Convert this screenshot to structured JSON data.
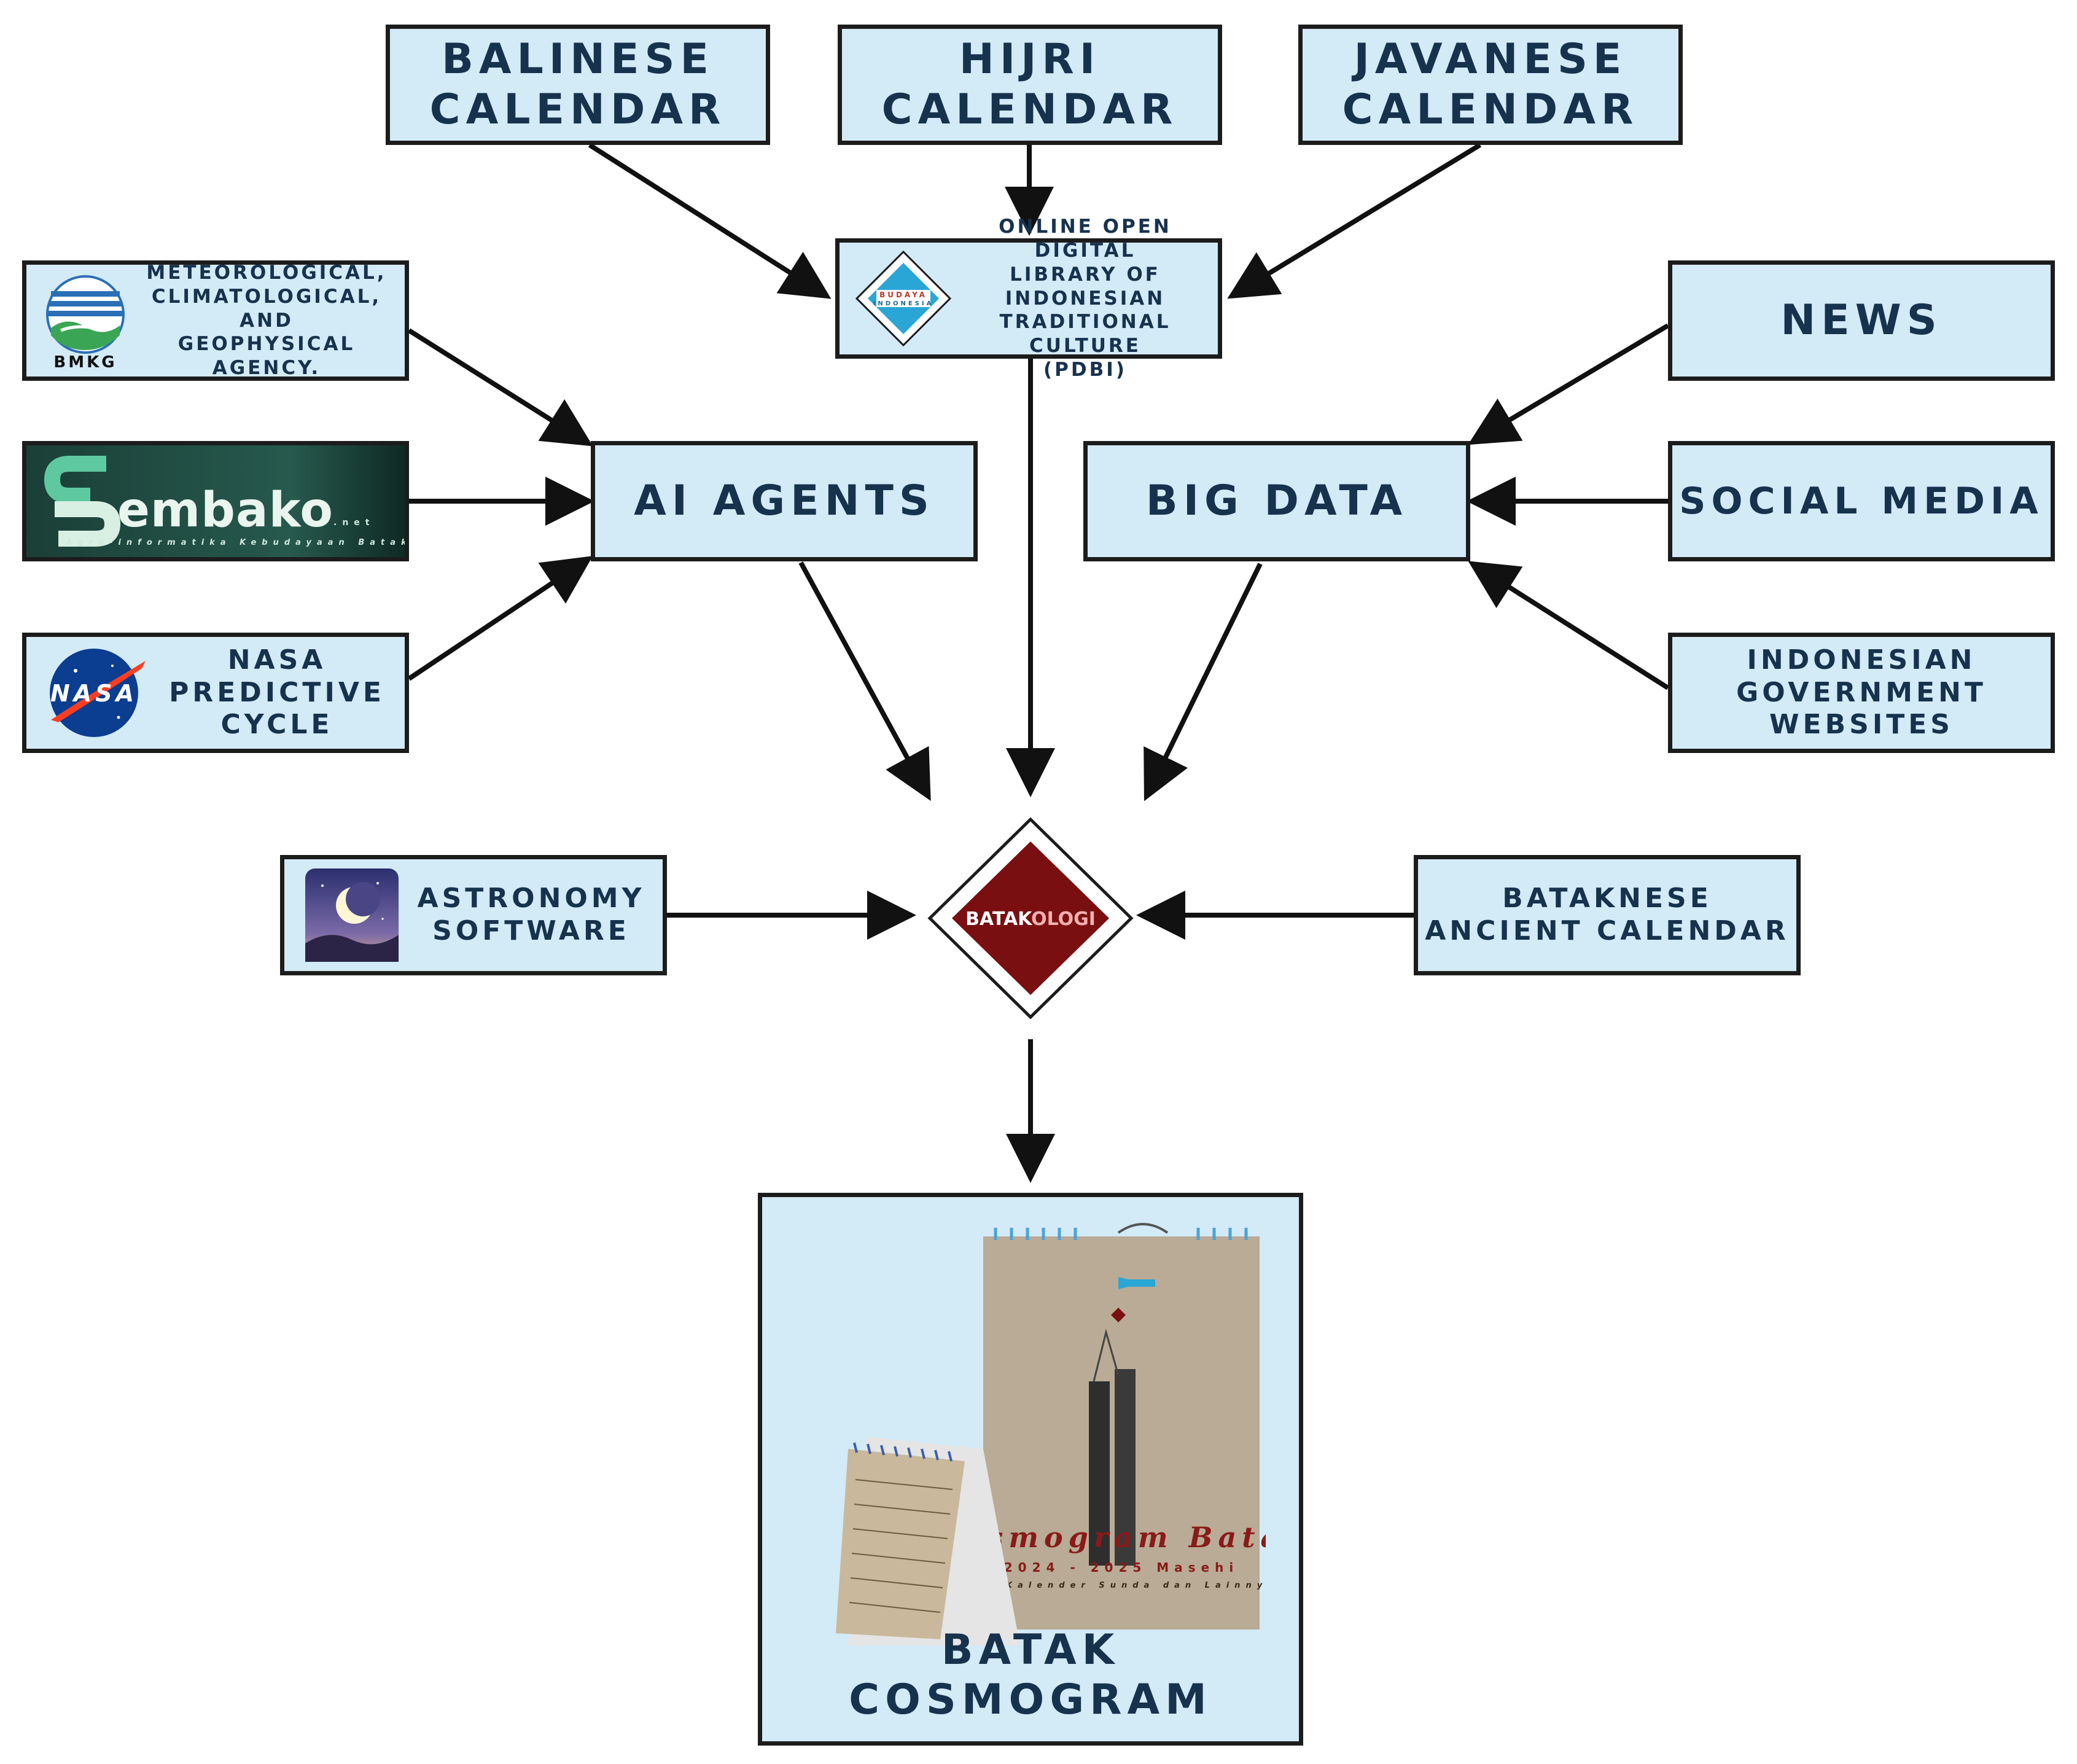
{
  "nodes": {
    "balinese": [
      "BALINESE",
      "CALENDAR"
    ],
    "hijri": [
      "HIJRI CALENDAR"
    ],
    "javanese": [
      "JAVANESE",
      "CALENDAR"
    ],
    "pdbi": [
      "ONLINE OPEN DIGITAL",
      "LIBRARY OF INDONESIAN",
      "TRADITIONAL CULTURE",
      "(PDBI)"
    ],
    "bmkg": [
      "METEOROLOGICAL,",
      "CLIMATOLOGICAL, AND",
      "GEOPHYSICAL AGENCY."
    ],
    "nasa": [
      "NASA",
      "PREDICTIVE",
      "CYCLE"
    ],
    "ai_agents": [
      "AI AGENTS"
    ],
    "big_data": [
      "BIG DATA"
    ],
    "news": [
      "NEWS"
    ],
    "social_media": [
      "SOCIAL MEDIA"
    ],
    "gov_websites": [
      "INDONESIAN",
      "GOVERNMENT",
      "WEBSITES"
    ],
    "astronomy": [
      "ASTRONOMY",
      "SOFTWARE"
    ],
    "batak_calendar": [
      "BATAKNESE",
      "ANCIENT CALENDAR"
    ],
    "cosmogram": [
      "BATAK COSMOGRAM"
    ]
  },
  "logos": {
    "bmkg_text": "BMKG",
    "sembako_text": "embako",
    "sembako_suffix": ".net",
    "sembako_tagline": "Agro-informatika Kebudayaan Batak",
    "nasa_text": "NASA",
    "budaya_top": "BUDAYA",
    "budaya_bottom": "INDONESIA",
    "batakologi_a": "BATAK",
    "batakologi_b": "OLOGI",
    "calendar_title": "Kosmogram Batak",
    "calendar_years": "2024 - 2025 Masehi",
    "calendar_sub": "dan Kalender Sunda dan Lainnya"
  },
  "colors": {
    "box_fill": "#d3eaf7",
    "box_border": "#1c1c1c",
    "text": "#17324d",
    "batakologi_red": "#7a0f12",
    "sembako_bg": "#1e4a40",
    "nasa_blue": "#0b3d91",
    "arrow": "#111111"
  },
  "icons": {
    "bmkg": "bmkg-logo-icon",
    "sembako": "sembako-logo-icon",
    "nasa": "nasa-logo-icon",
    "astronomy": "moon-night-icon",
    "pdbi": "budaya-indonesia-logo-icon",
    "batakologi": "batakologi-logo-icon",
    "calendar": "calendar-image"
  }
}
